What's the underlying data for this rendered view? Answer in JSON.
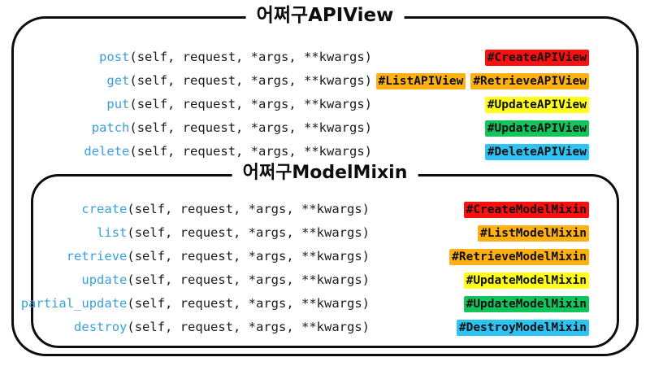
{
  "page": {
    "background": "#ffffff",
    "accent_code_fn_color": "#3aa0dd",
    "border_color": "#0d0d0d"
  },
  "highlight_colors": {
    "red": "#fb0f0f",
    "orange": "#ffb114",
    "yellow": "#ffff1a",
    "green": "#13c45d",
    "blue": "#2ec2f5"
  },
  "outer_panel": {
    "title": "어쩌구APIView",
    "rows": [
      {
        "fn": "post",
        "signature": "(self, request, *args, **kwargs)",
        "tags": [
          {
            "text": "#CreateAPIView",
            "color": "red"
          }
        ]
      },
      {
        "fn": "get",
        "signature": "(self, request, *args, **kwargs)",
        "tags": [
          {
            "text": "#ListAPIView",
            "color": "orange"
          },
          {
            "text": "#RetrieveAPIView",
            "color": "orange"
          }
        ]
      },
      {
        "fn": "put",
        "signature": "(self, request, *args, **kwargs)",
        "tags": [
          {
            "text": "#UpdateAPIView",
            "color": "yellow"
          }
        ]
      },
      {
        "fn": "patch",
        "signature": "(self, request, *args, **kwargs)",
        "tags": [
          {
            "text": "#UpdateAPIView",
            "color": "green"
          }
        ]
      },
      {
        "fn": "delete",
        "signature": "(self, request, *args, **kwargs)",
        "tags": [
          {
            "text": "#DeleteAPIView",
            "color": "blue"
          }
        ]
      }
    ]
  },
  "inner_panel": {
    "title": "어쩌구ModelMixin",
    "rows": [
      {
        "fn": "create",
        "signature": "(self, request, *args, **kwargs)",
        "tags": [
          {
            "text": "#CreateModelMixin",
            "color": "red"
          }
        ]
      },
      {
        "fn": "list",
        "signature": "(self, request, *args, **kwargs)",
        "tags": [
          {
            "text": "#ListModelMixin",
            "color": "orange"
          }
        ]
      },
      {
        "fn": "retrieve",
        "signature": "(self, request, *args, **kwargs)",
        "tags": [
          {
            "text": "#RetrieveModelMixin",
            "color": "orange"
          }
        ]
      },
      {
        "fn": "update",
        "signature": "(self, request, *args, **kwargs)",
        "tags": [
          {
            "text": "#UpdateModelMixin",
            "color": "yellow"
          }
        ]
      },
      {
        "fn": "partial_update",
        "signature": "(self, request, *args, **kwargs)",
        "tags": [
          {
            "text": "#UpdateModelMixin",
            "color": "green"
          }
        ]
      },
      {
        "fn": "destroy",
        "signature": "(self, request, *args, **kwargs)",
        "tags": [
          {
            "text": "#DestroyModelMixin",
            "color": "blue"
          }
        ]
      }
    ]
  }
}
